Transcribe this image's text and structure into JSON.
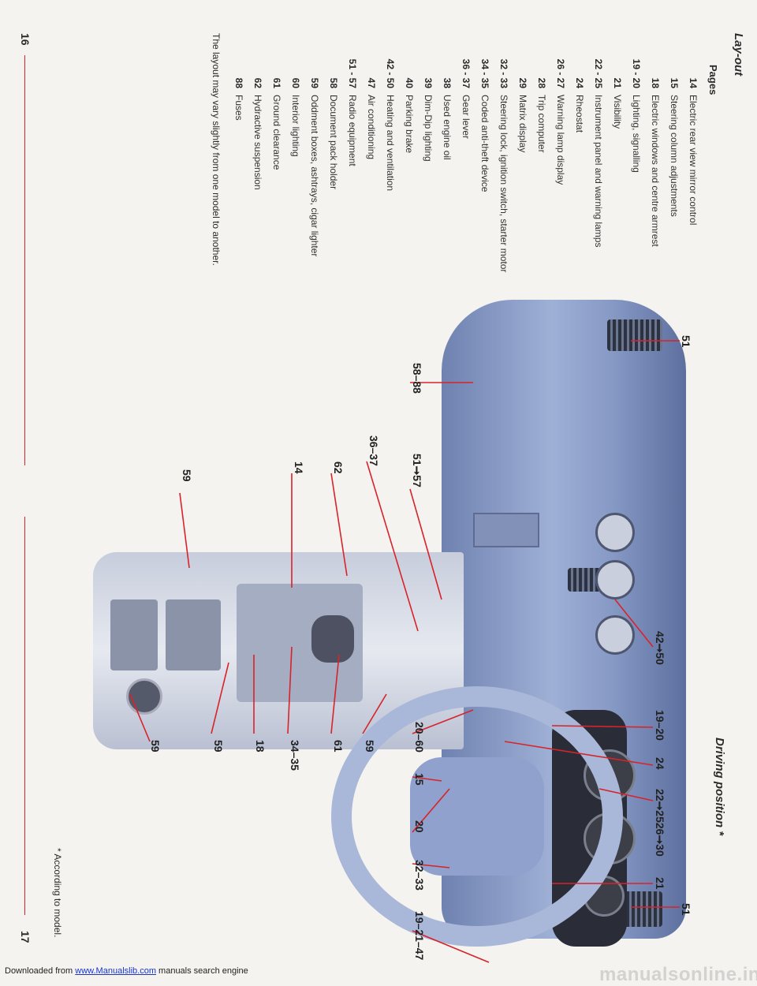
{
  "left_page": {
    "title": "Lay-out",
    "pages_heading": "Pages",
    "entries": [
      {
        "page": "14",
        "label": "Electric rear view mirror control"
      },
      {
        "page": "15",
        "label": "Steering column adjustments"
      },
      {
        "page": "18",
        "label": "Electric windows and centre armrest"
      },
      {
        "page": "19 - 20",
        "label": "Lighting, signalling"
      },
      {
        "page": "21",
        "label": "Visibility"
      },
      {
        "page": "22 - 25",
        "label": "Instrument panel and warning lamps"
      },
      {
        "page": "24",
        "label": "Rheostat"
      },
      {
        "page": "26 - 27",
        "label": "Warning lamp display"
      },
      {
        "page": "28",
        "label": "Trip computer"
      },
      {
        "page": "29",
        "label": "Matrix display"
      },
      {
        "page": "32 - 33",
        "label": "Steering lock, ignition switch, starter motor"
      },
      {
        "page": "34 - 35",
        "label": "Coded anti-theft device"
      },
      {
        "page": "36 - 37",
        "label": "Gear lever"
      },
      {
        "page": "38",
        "label": "Used engine oil"
      },
      {
        "page": "39",
        "label": "Dim-Dip lighting"
      },
      {
        "page": "40",
        "label": "Parking brake"
      },
      {
        "page": "42 - 50",
        "label": "Heating and ventilation"
      },
      {
        "page": "47",
        "label": "Air conditioning"
      },
      {
        "page": "51 - 57",
        "label": "Radio equipment"
      },
      {
        "page": "58",
        "label": "Document pack holder"
      },
      {
        "page": "59",
        "label": "Oddment boxes, ashtrays, cigar lighter"
      },
      {
        "page": "60",
        "label": "Interior lighting"
      },
      {
        "page": "61",
        "label": "Ground clearance"
      },
      {
        "page": "62",
        "label": "Hydractive suspension"
      },
      {
        "page": "88",
        "label": "Fuses"
      }
    ],
    "note": "The layout may vary slightly from one model to another.",
    "page_number": "16"
  },
  "right_page": {
    "title": "Driving position *",
    "footnote": "* According to model.",
    "page_number": "17"
  },
  "callouts": {
    "c51a": "51",
    "c58_88": "58–88",
    "c51_57": "51➞57",
    "c36_37": "36–37",
    "c62": "62",
    "c14": "14",
    "c59a": "59",
    "c42_50": "42➞50",
    "c19_20": "19–20",
    "c24": "24",
    "c22_30": "22➞2526➞30",
    "c21": "21",
    "c51b": "51",
    "c20_60": "20–60",
    "c15": "15",
    "c20": "20",
    "c32_33": "32–33",
    "c19_21_47": "19–21–47",
    "c59b": "59",
    "c61": "61",
    "c34_35": "34–35",
    "c18": "18",
    "c59c": "59",
    "c59d": "59"
  },
  "footer": {
    "prefix": "Downloaded from ",
    "link": "www.Manualslib.com",
    "suffix": " manuals search engine",
    "watermark": "manualsonline.info"
  }
}
